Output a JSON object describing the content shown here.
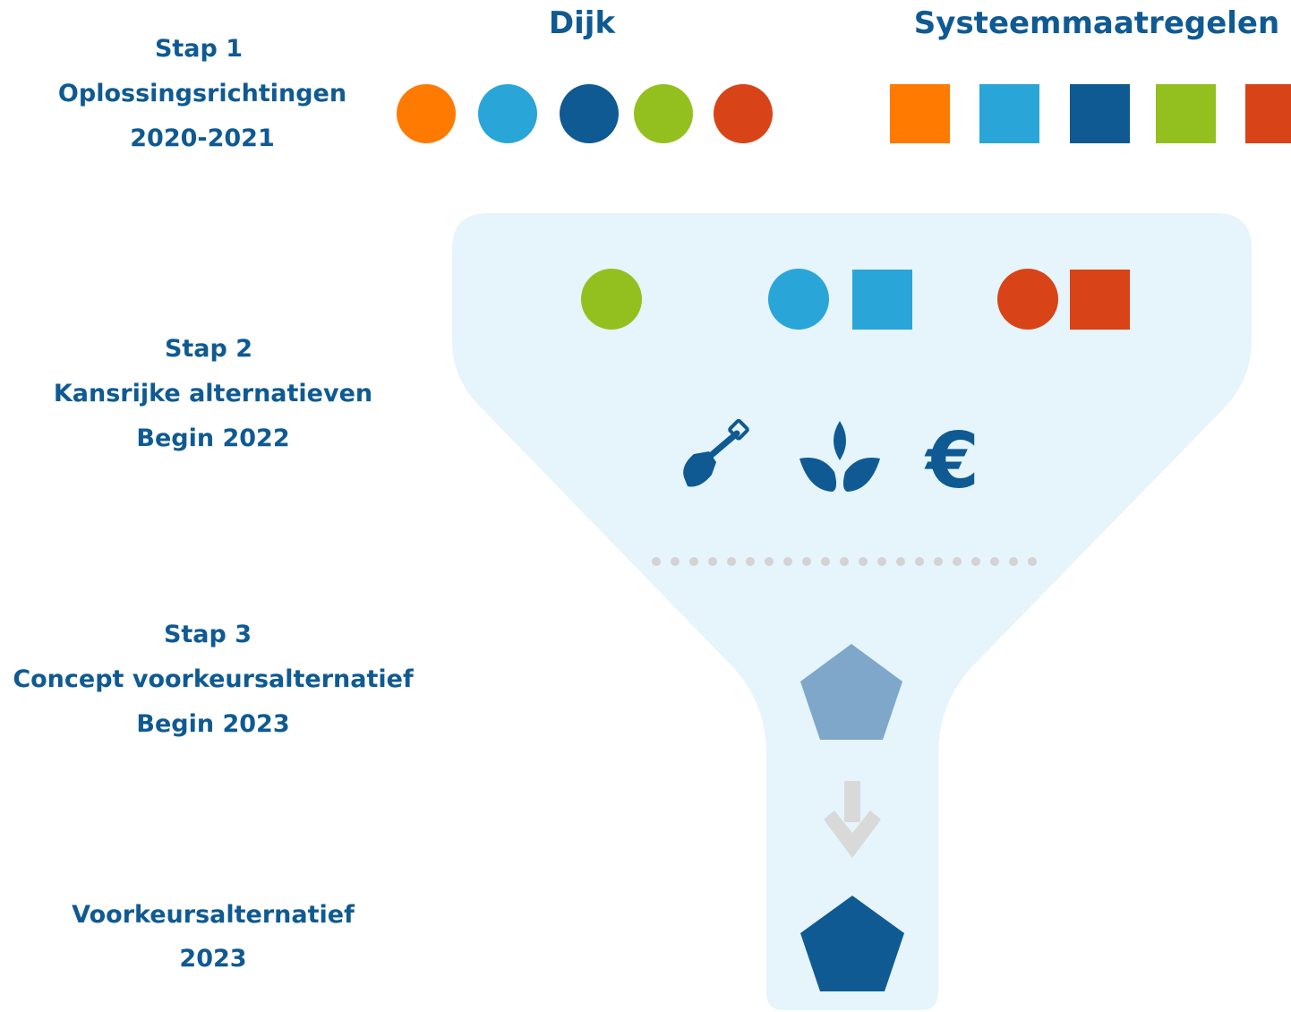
{
  "headers": {
    "dijk": "Dijk",
    "systeem": "Systeemmaatregelen"
  },
  "steps": {
    "stap1": {
      "title": "Stap 1",
      "subtitle": "Oplossingsrichtingen",
      "date": "2020-2021"
    },
    "stap2": {
      "title": "Stap 2",
      "subtitle": "Kansrijke alternatieven",
      "date": "Begin 2022"
    },
    "stap3": {
      "title": "Stap 3",
      "subtitle": "Concept voorkeursalternatief",
      "date": "Begin 2023"
    },
    "final": {
      "title": "Voorkeursalternatief",
      "date": "2023"
    }
  },
  "colors": {
    "orange": "#ff7a00",
    "light_blue": "#2aa5d8",
    "dark_blue": "#0f5a92",
    "green": "#93c01f",
    "red": "#d84318",
    "funnel": "#e6f4fc",
    "pentagon_light": "#7ea7c9",
    "arrow_gray": "#d9d9d9",
    "dot_gray": "#d3d3d3",
    "text": "#0f5a92"
  },
  "legend": {
    "dijk_shape": "circle",
    "dijk_colors": [
      "orange",
      "light_blue",
      "dark_blue",
      "green",
      "red"
    ],
    "systeem_shape": "square",
    "systeem_colors": [
      "orange",
      "light_blue",
      "dark_blue",
      "green",
      "red"
    ]
  },
  "funnel_selection": [
    "green circle",
    "light blue circle + light blue square",
    "red circle + red square"
  ],
  "criteria_icons": [
    "shovel-icon",
    "leaves-icon",
    "euro-icon"
  ],
  "results": [
    "concept pentagon (light)",
    "arrow down",
    "final pentagon (dark)"
  ]
}
